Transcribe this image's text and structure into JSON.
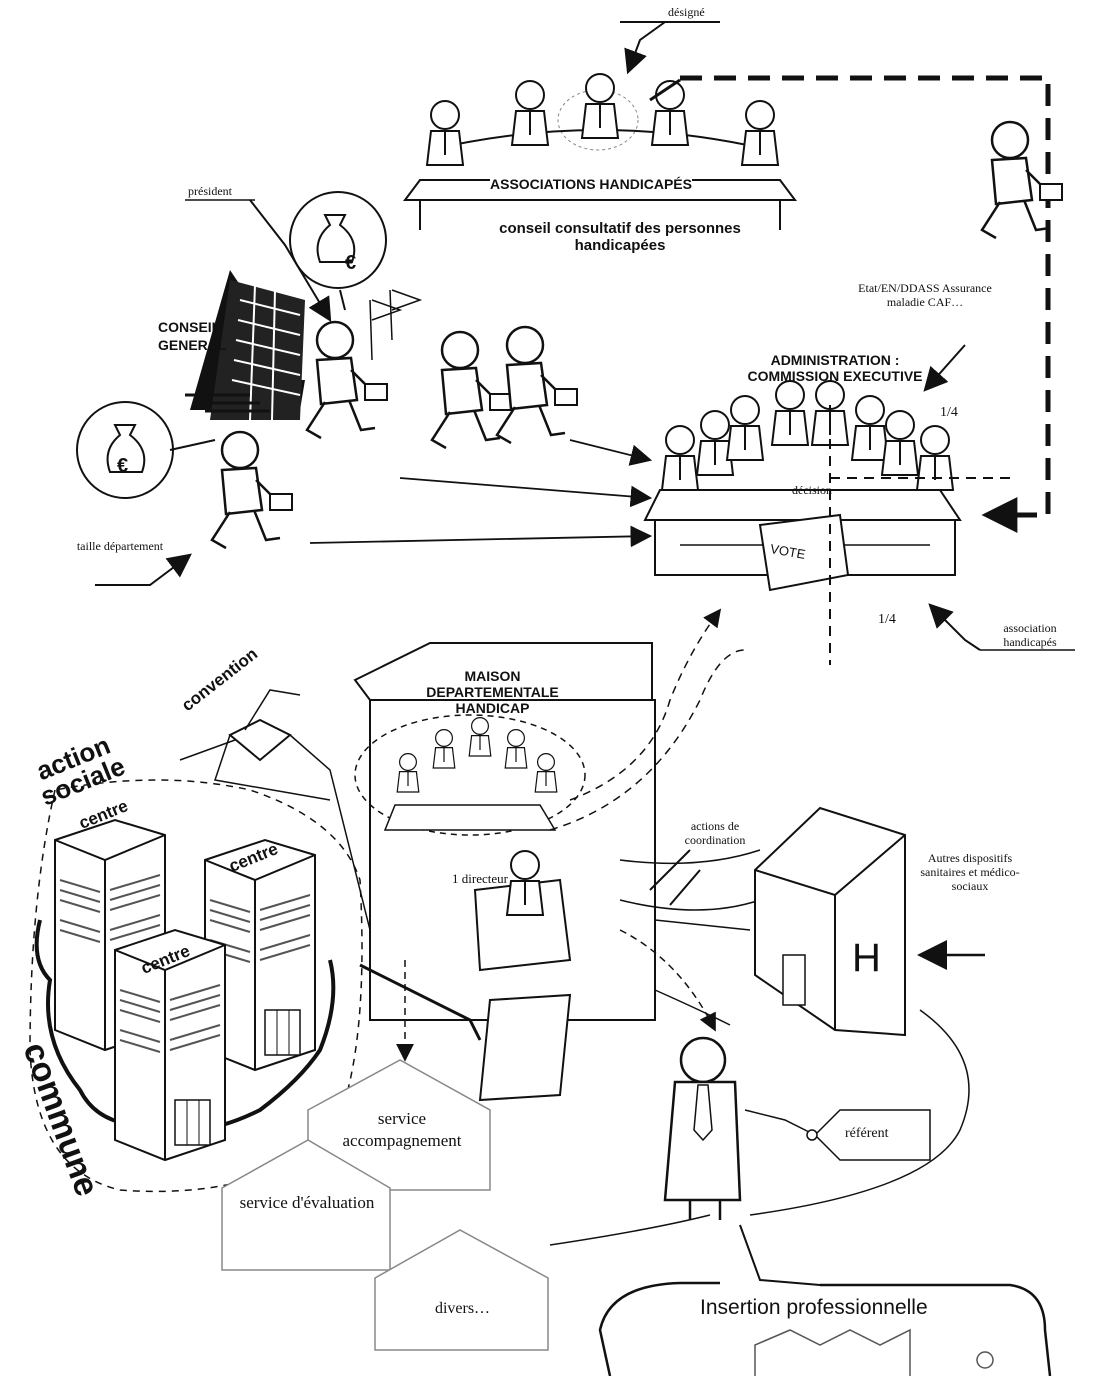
{
  "top": {
    "designe": "désigné",
    "associations": "ASSOCIATIONS HANDICAPÉS",
    "conseil_consultatif": "conseil consultatif des personnes handicapées"
  },
  "left": {
    "president": "président",
    "conseil_general": "CONSEIL GENERAL",
    "taille_departement": "taille département",
    "euro_symbol": "€"
  },
  "administration": {
    "etat": "Etat/EN/DDASS Assurance maladie CAF…",
    "title": "ADMINISTRATION : COMMISSION EXECUTIVE",
    "quarter_top": "1/4",
    "decision": "décision",
    "vote": "VOTE",
    "quarter_bottom": "1/4",
    "association_handicapes": "association handicapés"
  },
  "maison": {
    "title": "MAISON DEPARTEMENTALE HANDICAP",
    "directeur": "1 directeur"
  },
  "communal": {
    "convention": "convention",
    "action_sociale": "action sociale",
    "centre": "centre",
    "commune": "commune"
  },
  "services": {
    "accompagnement": "service accompagnement",
    "evaluation": "service d'évaluation",
    "divers": "divers…"
  },
  "right": {
    "actions_coordination": "actions de coordination",
    "autres_dispositifs": "Autres dispositifs sanitaires et médico-sociaux",
    "hospital_letter": "H",
    "referent": "référent",
    "insertion": "Insertion professionnelle"
  }
}
